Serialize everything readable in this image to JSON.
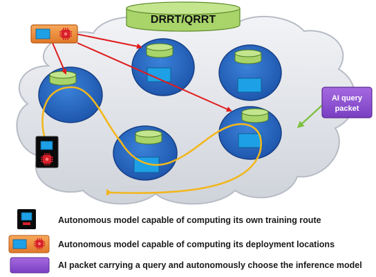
{
  "db_label": "DRRT/QRRT",
  "query_packet_label": [
    "AI query",
    "packet"
  ],
  "legend": [
    {
      "text": "Autonomous model capable of computing its own training route"
    },
    {
      "text": "Autonomous model capable of computing its deployment locations"
    },
    {
      "text": "AI packet carrying a query and autonomously choose the inference model"
    }
  ],
  "colors": {
    "cloud_fill": "#e4e7ec",
    "node_fill": "#1f5fbf",
    "db_fill": "#a8d46a",
    "model_fill": "#1ea0e6",
    "deployment_box_fill": "#f0923a",
    "training_box_fill": "#0a0a0a",
    "query_packet_fill": "#8e4fd1",
    "route_red": "#e01b1b",
    "route_yellow": "#f2b71e",
    "arrow_green": "#7cc142"
  }
}
